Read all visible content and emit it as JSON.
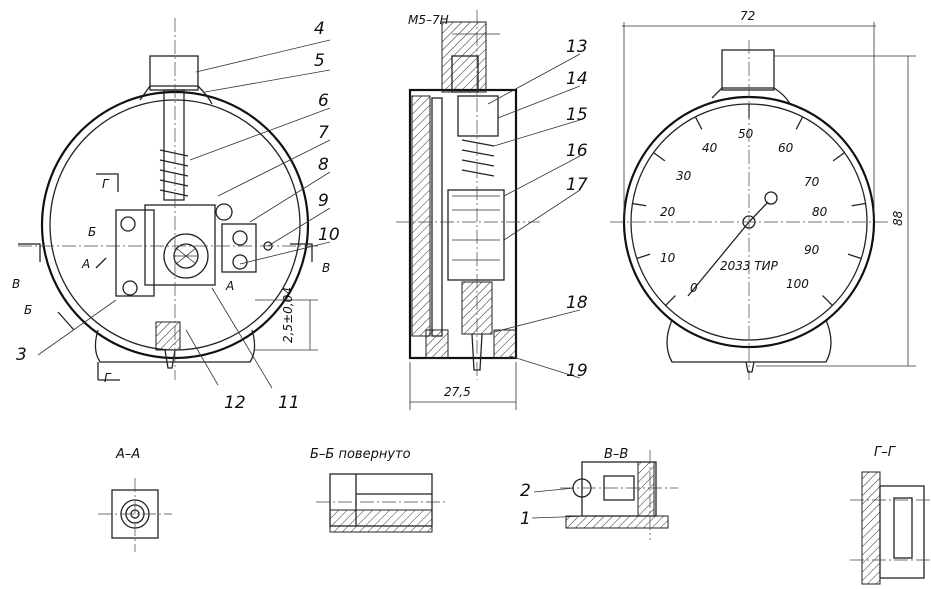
{
  "leaders": [
    "1",
    "2",
    "3",
    "4",
    "5",
    "6",
    "7",
    "8",
    "9",
    "10",
    "11",
    "12",
    "13",
    "14",
    "15",
    "16",
    "17",
    "18",
    "19"
  ],
  "section_letters": {
    "a": "А",
    "b": "Б",
    "v": "В",
    "g": "Г"
  },
  "dimensions": {
    "thread": "М5–7Н",
    "width_side": "27,5",
    "height_tip": "2,5±0,04",
    "width_front": "72",
    "height_front": "88"
  },
  "dial": {
    "scale_labels": [
      "0",
      "10",
      "20",
      "30",
      "40",
      "50",
      "60",
      "70",
      "80",
      "90",
      "100"
    ],
    "marking": "2033 ТИР"
  },
  "sections": {
    "a_a": "А–А",
    "b_b": "Б–Б повернуто",
    "v_v": "В–В",
    "g_g": "Г–Г"
  }
}
